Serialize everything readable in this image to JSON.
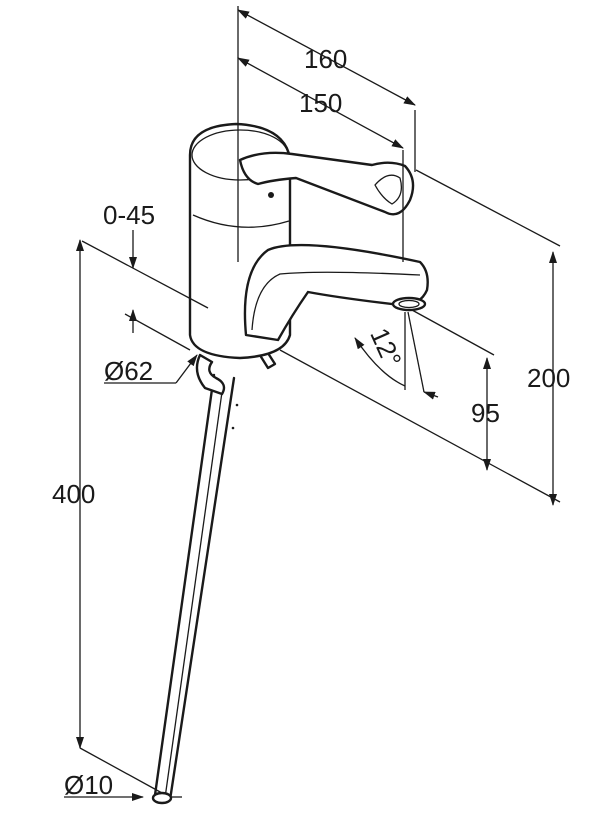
{
  "dimensions": {
    "width_160": "160",
    "width_150": "150",
    "angle_0_45": "0-45",
    "diameter_62": "Ø62",
    "height_200": "200",
    "height_95": "95",
    "angle_12": "12°",
    "length_400": "400",
    "diameter_10": "Ø10"
  }
}
